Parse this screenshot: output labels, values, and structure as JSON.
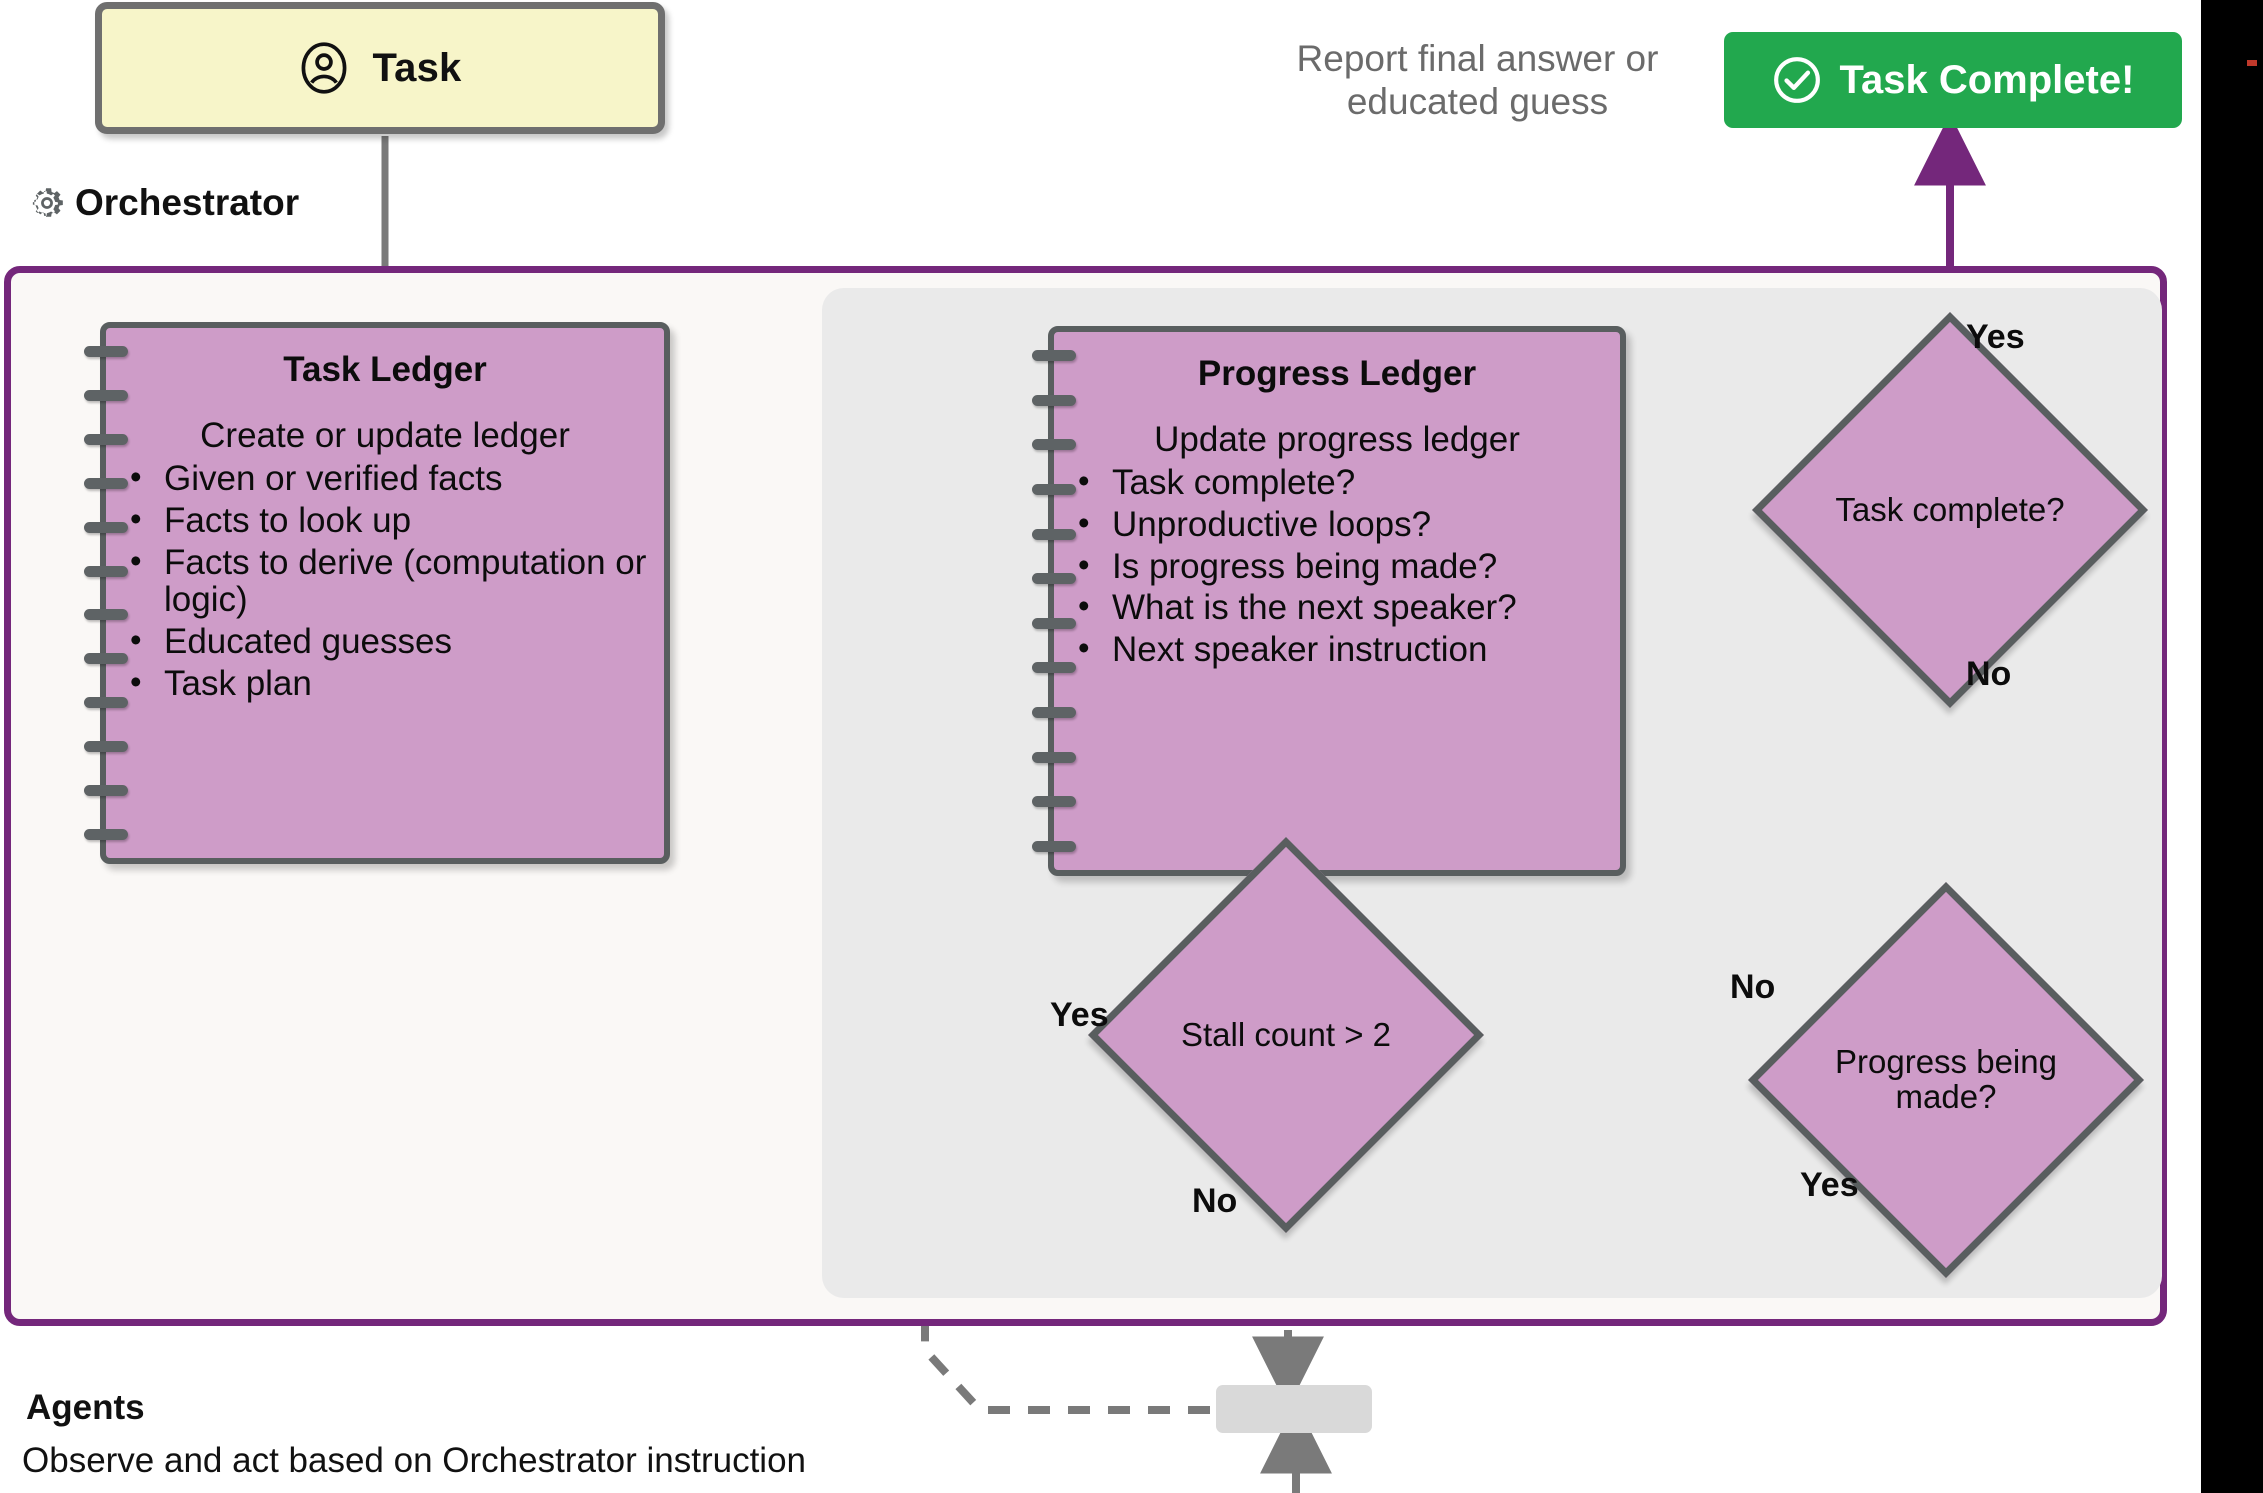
{
  "diagram": {
    "title_card": {
      "label": "Task",
      "icon": "person-circle-icon"
    },
    "orchestrator": {
      "label": "Orchestrator",
      "icon": "gear-icon"
    },
    "agents": {
      "title": "Agents",
      "subtitle": "Observe and act based on Orchestrator instruction"
    },
    "report_caption": "Report final answer or educated guess",
    "complete_button": {
      "label": "Task Complete!",
      "icon": "check-circle-icon",
      "color": "#22A84E"
    }
  },
  "task_ledger": {
    "title": "Task Ledger",
    "subtitle": "Create or update ledger",
    "items": [
      "Given or verified facts",
      "Facts to look up",
      "Facts to derive (computation or logic)",
      "Educated guesses",
      "Task plan"
    ]
  },
  "progress_ledger": {
    "title": "Progress Ledger",
    "subtitle": "Update progress ledger",
    "items": [
      "Task complete?",
      "Unproductive loops?",
      "Is progress being made?",
      "What is the next speaker?",
      "Next speaker instruction"
    ]
  },
  "decisions": {
    "task_complete": {
      "label": "Task complete?",
      "yes": "Yes",
      "no": "No"
    },
    "progress_made": {
      "label": "Progress being made?",
      "yes": "Yes",
      "no": "No"
    },
    "stall_count": {
      "label": "Stall count > 2",
      "yes": "Yes",
      "no": "No"
    }
  },
  "colors": {
    "node_fill": "#CE9CC8",
    "node_border": "#595E5F",
    "orchestrator_border": "#74277B",
    "orchestrator_bg": "#FAF8F6",
    "inner_panel_bg": "#EAEAEA",
    "task_card_bg": "#F7F5C9",
    "task_card_border": "#6F6F6F",
    "success": "#22A84E",
    "caption_text": "#6B6B6B",
    "dashed_edge": "#7A7A7A"
  }
}
